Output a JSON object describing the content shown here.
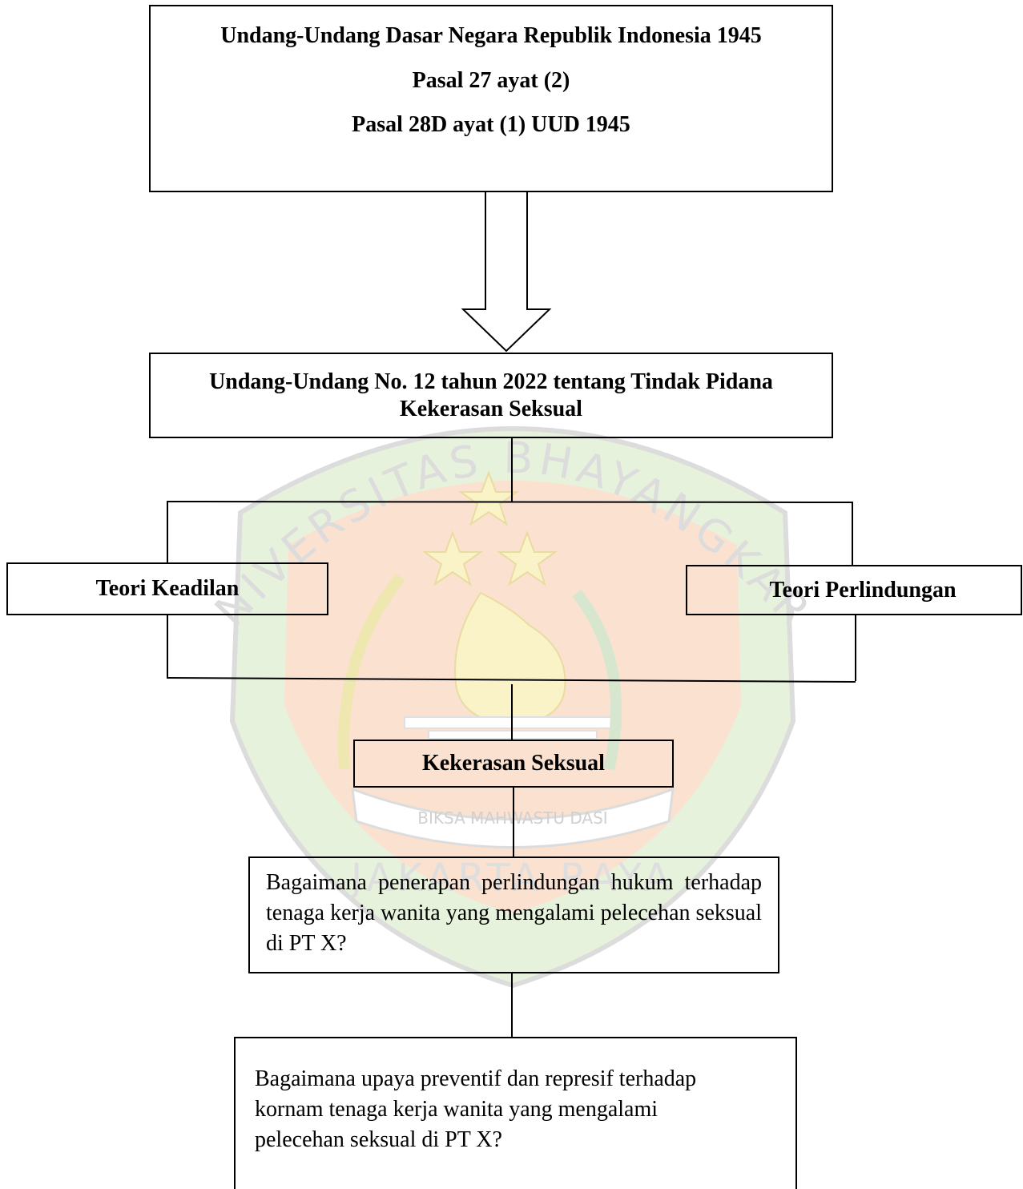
{
  "boxes": {
    "constitution": {
      "line1": "Undang-Undang Dasar Negara Republik Indonesia 1945",
      "line2": "Pasal 27 ayat (2)",
      "line3": "Pasal 28D ayat (1) UUD 1945"
    },
    "law": {
      "line1": "Undang-Undang No. 12 tahun 2022 tentang Tindak Pidana",
      "line2": "Kekerasan Seksual"
    },
    "theory_left": "Teori Keadilan",
    "theory_right": "Teori Perlindungan",
    "focus": "Kekerasan Seksual",
    "question1": "Bagaimana penerapan perlindungan hukum terhadap tenaga kerja wanita yang mengalami pelecehan seksual di PT X?",
    "question2_lines": [
      "Bagaimana upaya preventif dan represif terhadap",
      "kornam tenaga kerja wanita yang mengalami",
      "pelecehan seksual di PT X?"
    ]
  },
  "watermark": {
    "top_arc": "UNIVERSITAS BHAYANGKARA",
    "ribbon": "BIKSA MAHWASTU DASI",
    "bottom": "JAKARTA RAYA"
  },
  "colors": {
    "line": "#000000",
    "watermark_orange": "#fbe3d2",
    "watermark_green": "#e3f0d8",
    "watermark_yellow": "#fbf5c8",
    "watermark_text": "#d8d8d8"
  }
}
